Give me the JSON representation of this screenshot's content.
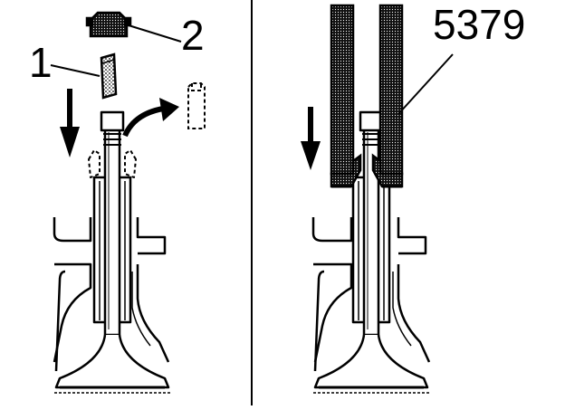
{
  "labels": {
    "part_1": "1",
    "part_2": "2",
    "tool": "5379"
  },
  "colors": {
    "line": "#000000",
    "background": "#ffffff",
    "hatch": "#000000"
  },
  "icons": {
    "insert_arrow_left": "arrow-down-icon",
    "remove_arrow": "curved-arrow-icon",
    "insert_arrow_right": "arrow-down-icon"
  }
}
